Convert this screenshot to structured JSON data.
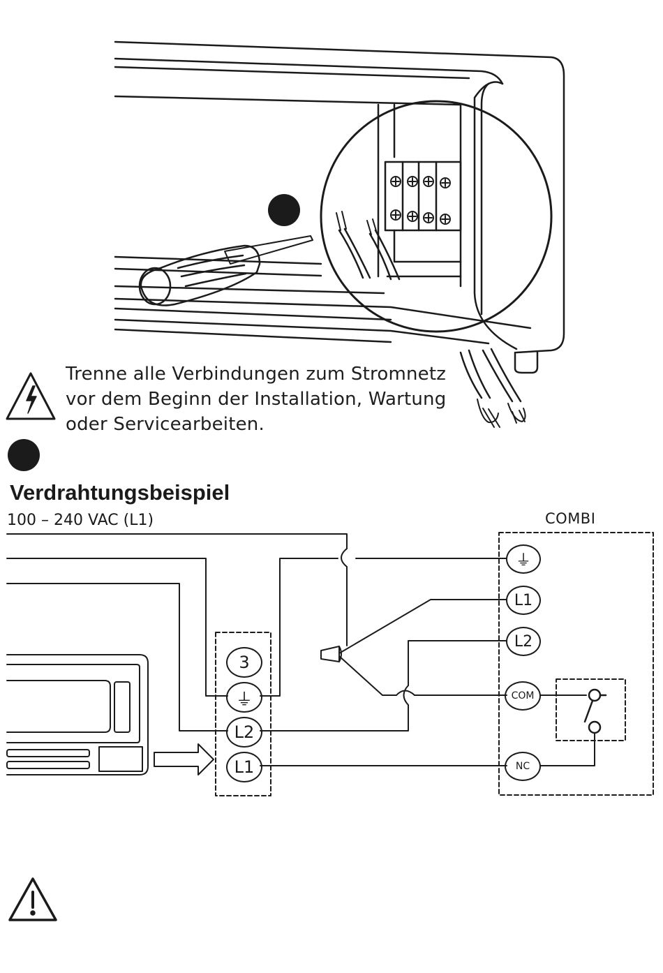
{
  "warning": {
    "line1": "Trenne alle Verbindungen zum Stromnetz",
    "line2": "vor dem Beginn der Installation, Wartung",
    "line3": "oder Servicearbeiten."
  },
  "wiring": {
    "heading": "Verdrahtungsbeispiel",
    "voltage": "100 – 240 VAC (L1)",
    "combi_label": "COMBI",
    "thermostat_terminals": [
      "3",
      "⏚",
      "L2",
      "L1"
    ],
    "combi_terminals": [
      "⏚",
      "L1",
      "L2",
      "COM",
      "NC"
    ]
  },
  "icons": {
    "electric_hazard": "electric-hazard-icon",
    "caution": "caution-icon",
    "step_bullet": "step-bullet-icon",
    "arrow": "right-arrow-icon"
  }
}
